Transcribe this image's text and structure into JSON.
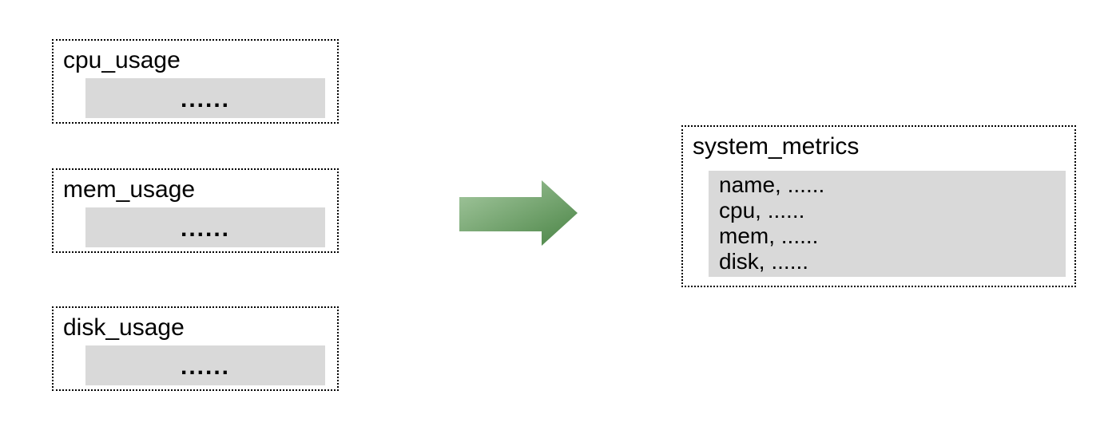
{
  "diagram": {
    "colors": {
      "background": "#ffffff",
      "panel_gray": "#d9d9d9",
      "border": "#000000",
      "text": "#000000",
      "arrow_gradient_light": "#a7caa2",
      "arrow_gradient_dark": "#4e8749"
    },
    "sources": [
      {
        "label": "cpu_usage",
        "placeholder": "......"
      },
      {
        "label": "mem_usage",
        "placeholder": "......"
      },
      {
        "label": "disk_usage",
        "placeholder": "......"
      }
    ],
    "result": {
      "label": "system_metrics",
      "rows": [
        "name, ......",
        "cpu, ......",
        "mem, ......",
        "disk, ......"
      ]
    }
  }
}
